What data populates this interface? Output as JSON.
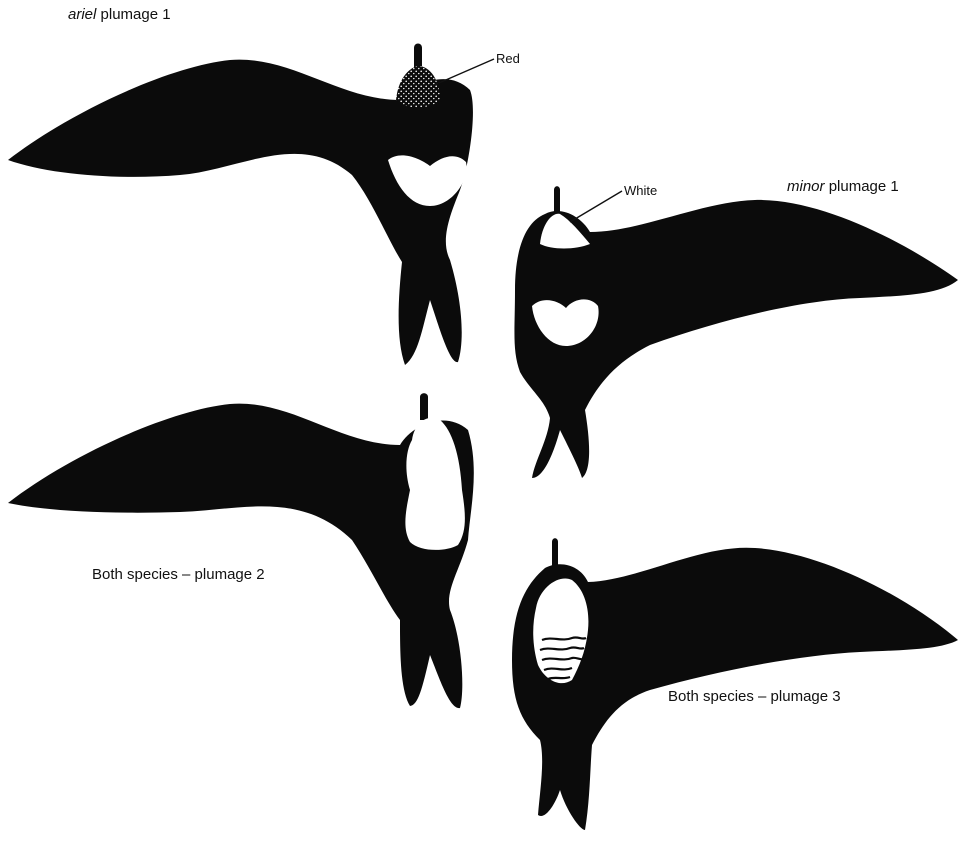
{
  "captions": {
    "ariel_plumage1": {
      "species": "ariel",
      "plumage": "plumage 1"
    },
    "minor_plumage1": {
      "species": "minor",
      "plumage": "plumage 1"
    },
    "plumage2": "Both species – plumage 2",
    "plumage3": "Both species – plumage 3"
  },
  "callouts": {
    "red": "Red",
    "white": "White"
  },
  "colors": {
    "plumage_dark": "#0b0b0b",
    "patch_white": "#ffffff",
    "background": "#ffffff"
  }
}
